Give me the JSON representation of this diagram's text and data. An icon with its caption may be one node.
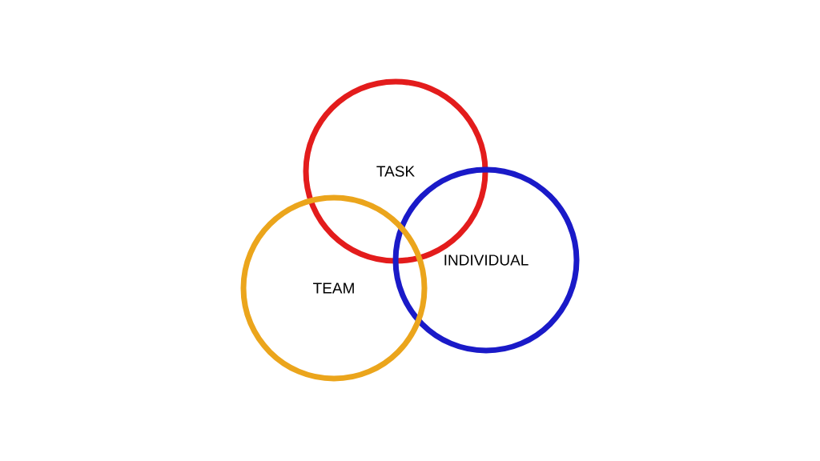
{
  "diagram": {
    "nodes": [
      {
        "text": [
          "TASK"
        ]
      },
      {
        "text": [
          "INDIVIDUAL"
        ]
      },
      {
        "text": [
          "TEAM"
        ]
      }
    ]
  }
}
